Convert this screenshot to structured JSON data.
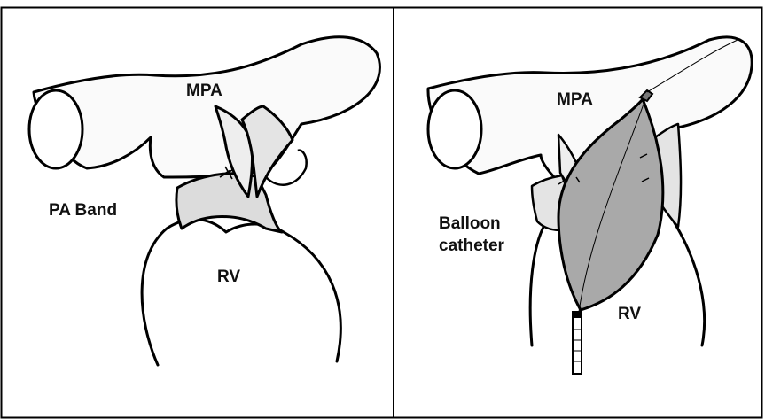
{
  "panels": [
    {
      "labels": {
        "mpa": "MPA",
        "pa_band": "PA Band",
        "rv": "RV"
      }
    },
    {
      "labels": {
        "mpa": "MPA",
        "balloon": "Balloon",
        "catheter": "catheter",
        "rv": "RV"
      }
    }
  ],
  "colors": {
    "outline": "#000000",
    "vessel_fill": "#fafafa",
    "band_fill": "#dcdcdc",
    "balloon_fill": "#a9a9a9",
    "leaflet_fill": "#e4e4e4"
  }
}
